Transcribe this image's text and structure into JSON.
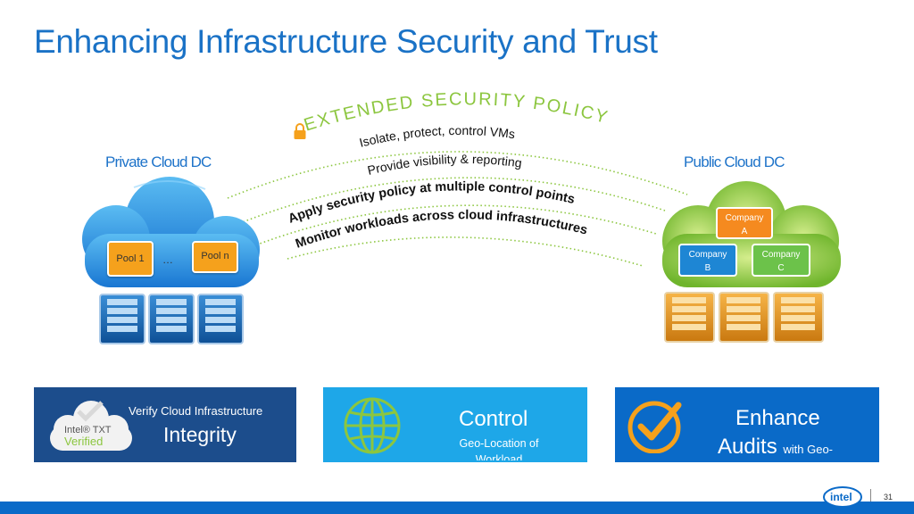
{
  "slide": {
    "title": "Enhancing Infrastructure Security and Trust",
    "page_number": "31"
  },
  "diagram": {
    "private_dc_label": "Private Cloud DC",
    "public_dc_label": "Public Cloud DC",
    "policy_title": "EXTENDED SECURITY POLICY",
    "policy_items": [
      "Isolate, protect, control VMs",
      "Provide visibility & reporting",
      "Apply security policy at multiple control points",
      "Monitor workloads across cloud infrastructures"
    ],
    "pools": [
      "Pool 1",
      "…",
      "Pool n"
    ],
    "companies": {
      "a": [
        "Company",
        "A"
      ],
      "b": [
        "Company",
        "B"
      ],
      "c": [
        "Company",
        "C"
      ]
    }
  },
  "panels": {
    "verify": {
      "line1": "Verify Cloud Infrastructure",
      "line2": "Integrity",
      "badge_line1": "Intel® TXT",
      "badge_line2": "Verified"
    },
    "control": {
      "heading": "Control",
      "sub_line1": "Geo-Location of",
      "sub_line2": "Workload"
    },
    "audits": {
      "heading_line1": "Enhance",
      "heading_line2": "Audits",
      "sub": "with Geo-"
    }
  },
  "brand": {
    "logo_text": "intel"
  },
  "colors": {
    "title_blue": "#1a72c6",
    "policy_green": "#8cc63f",
    "private_cloud_blue": "#2a95e0",
    "public_cloud_green": "#8cc63f",
    "pool_orange": "#f5a11c",
    "panel_dark_blue": "#1c4d8c",
    "panel_light_blue": "#1ea7e8",
    "panel_blue": "#0a6ac8"
  }
}
